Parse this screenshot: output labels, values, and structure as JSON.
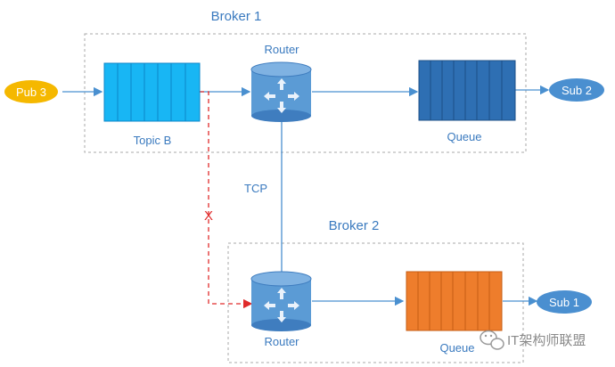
{
  "broker1": {
    "title": "Broker 1"
  },
  "broker2": {
    "title": "Broker 2"
  },
  "pub3": {
    "label": "Pub 3"
  },
  "sub1": {
    "label": "Sub 1"
  },
  "sub2": {
    "label": "Sub 2"
  },
  "topic_b": {
    "label": "Topic B"
  },
  "router1": {
    "label": "Router"
  },
  "router2": {
    "label": "Router"
  },
  "queue1": {
    "label": "Queue"
  },
  "queue2": {
    "label": "Queue"
  },
  "tcp": {
    "label": "TCP"
  },
  "blocked": {
    "label": "X"
  },
  "watermark": {
    "text": "IT架构师联盟"
  },
  "colors": {
    "line": "#4a90d0",
    "text": "#3a7abf",
    "dashed_border": "#a8a8a8",
    "topic_fill": "#18b6f4",
    "topic_stripe": "#0c86c8",
    "queue1_fill": "#2e6fb3",
    "queue1_stripe": "#1c4f87",
    "queue2_fill": "#ee7d2c",
    "queue2_stripe": "#c75d13",
    "router_fill": "#5b9bd5",
    "router_dark": "#3f7dbf",
    "pub_fill": "#f5b800",
    "sub_fill": "#4a8fd0",
    "blocked_line": "#e02b2b"
  }
}
